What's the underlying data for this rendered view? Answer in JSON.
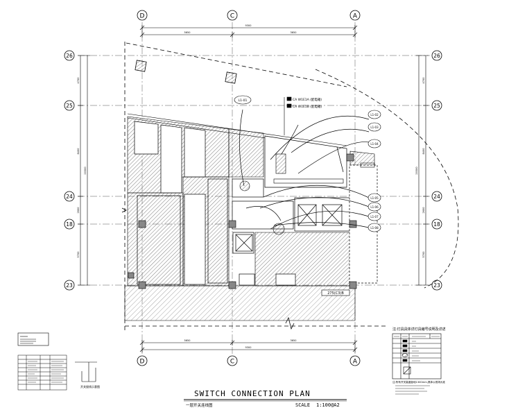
{
  "drawing": {
    "title": "SWITCH CONNECTION PLAN",
    "subtitle": "一层开关连线图",
    "scale_label": "SCALE",
    "scale_value": "1:100@A2"
  },
  "grid": {
    "columns": [
      "D",
      "C",
      "A"
    ],
    "rows": [
      "26",
      "25",
      "24",
      "18",
      "23"
    ]
  },
  "dimensions": {
    "top_total": "9300",
    "top_seg_1": "5650",
    "top_seg_2": "3650",
    "bottom_total": "9300",
    "bottom_seg_1": "5650",
    "bottom_seg_2": "3650",
    "left_1": "4700",
    "left_2": "8400",
    "left_total": "20300",
    "left_3": "2600",
    "left_4": "5700",
    "right_1": "4700",
    "right_2": "8400",
    "right_total": "20300",
    "right_3": "2600",
    "right_4": "5700"
  },
  "tags": {
    "t1": "L1-01",
    "t2": "L1-02",
    "t3": "L1-03",
    "t4": "L1-04",
    "t5": "L1-05",
    "t6": "L1-06",
    "t7": "L1-07",
    "t8": "L1-08"
  },
  "notes": {
    "n1": "CA W1E1A (配电箱)",
    "n2": "CA W1E1B (配电箱)",
    "elevation": "275(C3)B"
  },
  "legend_right": {
    "header": "注:灯具具体详灯具编号说明及详述",
    "caption": "注:所有开关高度距地1300mm,具体以现场为准"
  },
  "legend_left": {
    "caption": "开关接线示意图"
  }
}
